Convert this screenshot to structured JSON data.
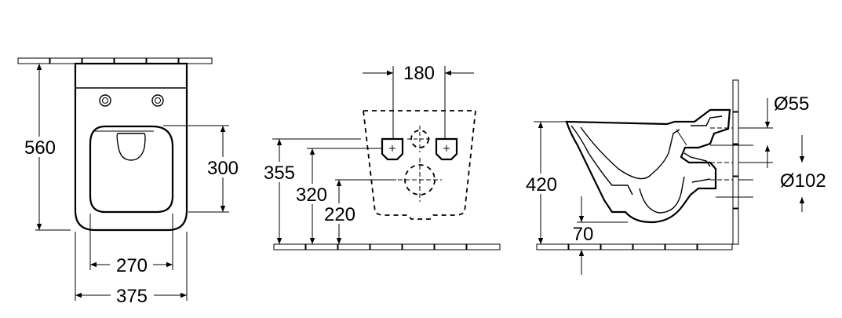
{
  "views": {
    "top": {
      "depth": "560",
      "seat_depth": "300",
      "inner_width": "270",
      "outer_width": "375"
    },
    "mounting": {
      "hole_spacing": "180",
      "h1": "355",
      "h2": "320",
      "h3": "220"
    },
    "side": {
      "height": "420",
      "outlet_offset": "70",
      "inlet_diameter": "Ø55",
      "outlet_diameter": "Ø102"
    }
  },
  "colors": {
    "line": "#000000",
    "background": "#ffffff"
  }
}
